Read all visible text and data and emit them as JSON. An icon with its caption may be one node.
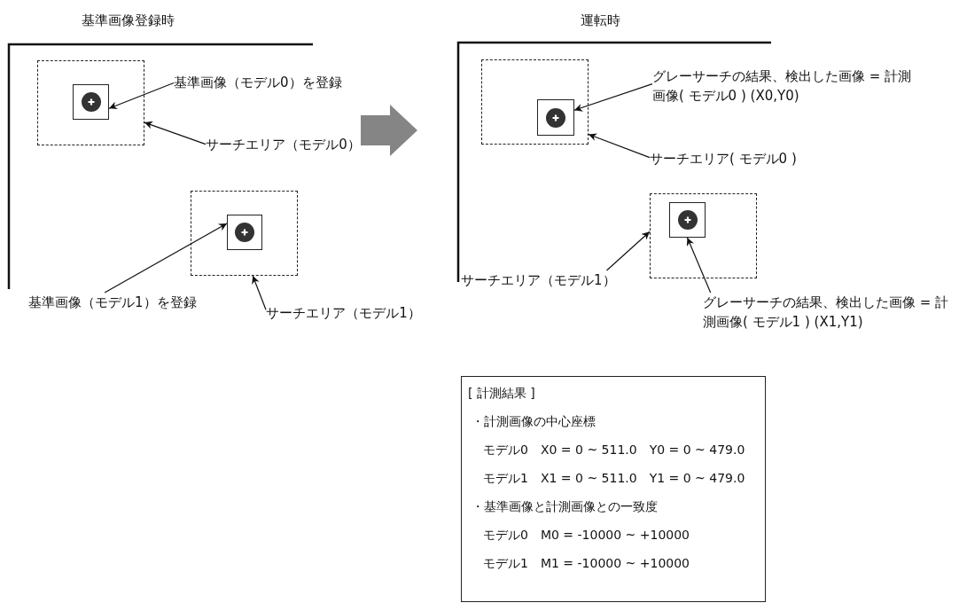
{
  "diagram": {
    "nodes": [
      {
        "text": [],
        "shape": "box"
      },
      {
        "text": [],
        "shape": "box",
        "in": 0
      },
      {
        "text": [
          "基準画像（モデル0）を登録"
        ]
      },
      {
        "text": [
          "サーチエリア（モデル0）"
        ]
      },
      {
        "text": [],
        "shape": "box"
      },
      {
        "text": [],
        "shape": "box",
        "in": 4
      },
      {
        "text": [
          "基準画像（モデル1）を登録"
        ]
      },
      {
        "text": [
          "サーチエリア（モデル1）"
        ]
      },
      {
        "text": [],
        "shape": "box"
      },
      {
        "text": [],
        "shape": "box",
        "in": 8
      },
      {
        "text": [
          "グレーサーチの結果、検出した画像 = 計測画像( モデル0 ) (X0,Y0)"
        ]
      },
      {
        "text": [
          "サーチエリア( モデル0 )"
        ]
      },
      {
        "text": [],
        "shape": "box"
      },
      {
        "text": [],
        "shape": "box",
        "in": 12
      },
      {
        "text": [
          "サーチエリア（モデル1）"
        ]
      },
      {
        "text": [
          "グレーサーチの結果、検出した画像 = 計測画像( モデル1 ) (X1,Y1)"
        ]
      },
      {
        "text": [
          "[ 計測結果 ]",
          "・計測画像の中心座標",
          "モデル0　X0 = 0 ~ 511.0　Y0 = 0 ~ 479.0",
          "モデル1　X1 = 0 ~ 511.0　Y1 = 0 ~ 479.0",
          "・基準画像と計測画像との一致度",
          "モデル0　M0 = -10000 ~ +10000",
          "モデル1　M1 = -10000 ~ +10000"
        ]
      }
    ],
    "edges": [
      {
        "from": 2,
        "to": 1,
        "arrow": "to"
      },
      {
        "from": 3,
        "to": 0,
        "arrow": "to"
      },
      {
        "from": 6,
        "to": 5,
        "arrow": "to"
      },
      {
        "from": 7,
        "to": 4,
        "arrow": "to"
      },
      {
        "from": 10,
        "to": 9,
        "arrow": "to"
      },
      {
        "from": 11,
        "to": 8,
        "arrow": "to"
      },
      {
        "from": 14,
        "to": 12,
        "arrow": "to"
      },
      {
        "from": 15,
        "to": 13,
        "arrow": "to"
      }
    ],
    "labels": [
      "基準画像登録時",
      "運転時"
    ]
  }
}
